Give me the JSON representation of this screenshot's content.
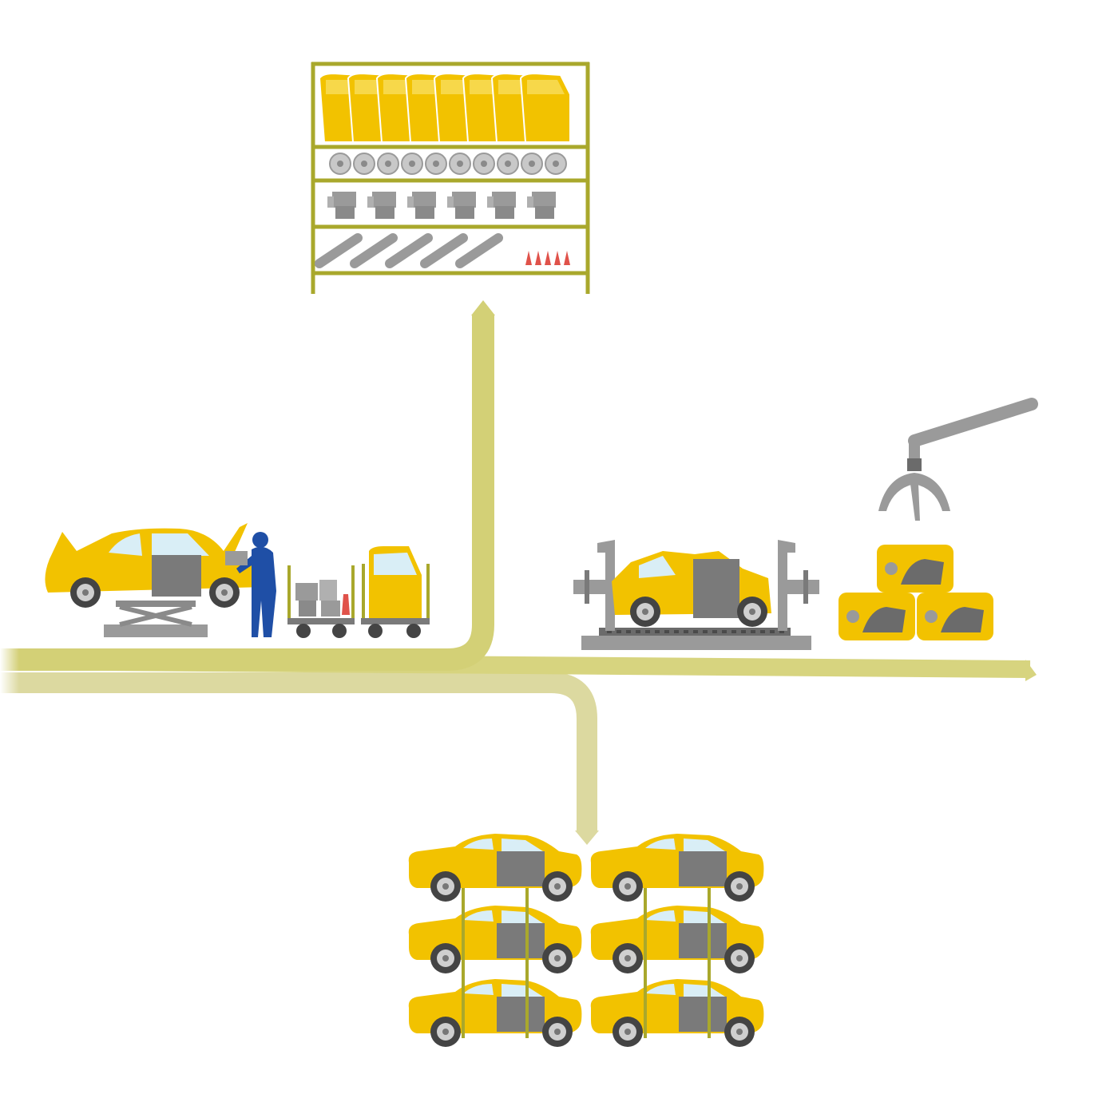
{
  "colors": {
    "background": "#ffffff",
    "car_body": "#f2c200",
    "car_body_dark": "#d4a700",
    "flow_path": "#d7d47f",
    "flow_path_dark": "#b9b45e",
    "shelf_frame": "#a9a82c",
    "metal_grey": "#9a9a9a",
    "metal_dark": "#6b6b6b",
    "door_grey": "#7a7a7a",
    "worker_blue": "#1f4fa6",
    "cone_red": "#e0524a",
    "wheel_dark": "#444444"
  },
  "icons": {
    "parts_shelf": "parts-storage-shelf-icon",
    "dismantling_station": "car-dismantling-station-icon",
    "worker": "mechanic-worker-icon",
    "parts_cart": "parts-cart-icon",
    "door_cart": "door-cart-icon",
    "car_press": "car-crusher-press-icon",
    "crane_grabber": "crane-grabber-icon",
    "scrap_bales": "scrap-metal-bales-icon",
    "stacked_cars": "stacked-car-bodies-icon"
  },
  "shelf": {
    "rows": [
      "doors",
      "wheel-rims",
      "engine-parts",
      "exhaust-pipes"
    ],
    "door_count": 8,
    "rim_count": 10,
    "engine_part_count": 6,
    "pipe_count": 5,
    "cone_count": 5
  },
  "stack": {
    "rows": 3,
    "columns": 2
  },
  "bales": {
    "count": 3
  }
}
